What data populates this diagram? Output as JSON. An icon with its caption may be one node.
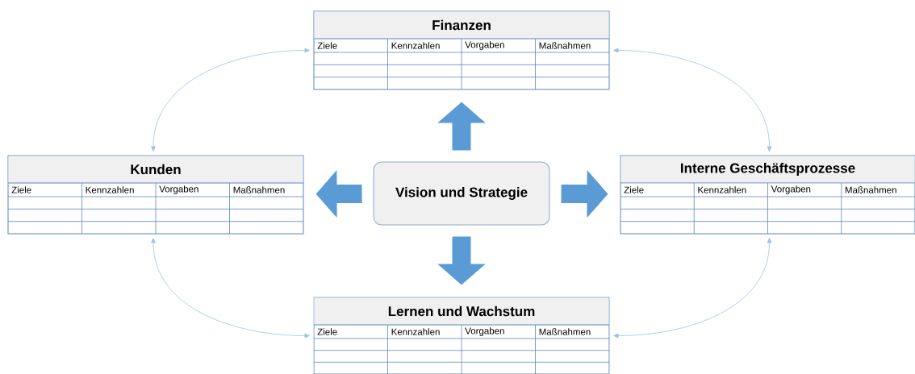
{
  "diagram": {
    "nodes": [
      {
        "text": [
          "Vision und Strategie"
        ]
      },
      {
        "text": [
          "Finanzen",
          "Ziele",
          "Kennzahlen",
          "Vorgaben",
          "Maßnahmen"
        ]
      },
      {
        "text": [
          "Kunden",
          "Ziele",
          "Kennzahlen",
          "Vorgaben",
          "Maßnahmen"
        ]
      },
      {
        "text": [
          "Interne Geschäftsprozesse",
          "Ziele",
          "Kennzahlen",
          "Vorgaben",
          "Maßnahmen"
        ]
      },
      {
        "text": [
          "Lernen und Wachstum",
          "Ziele",
          "Kennzahlen",
          "Vorgaben",
          "Maßnahmen"
        ]
      }
    ],
    "edges": [
      {
        "from": 0,
        "to": 1,
        "arrow": "to",
        "style": "thick",
        "color": "#5b9bd5"
      },
      {
        "from": 0,
        "to": 2,
        "arrow": "to",
        "style": "thick",
        "color": "#5b9bd5"
      },
      {
        "from": 0,
        "to": 3,
        "arrow": "to",
        "style": "thick",
        "color": "#5b9bd5"
      },
      {
        "from": 0,
        "to": 4,
        "arrow": "to",
        "style": "thick",
        "color": "#5b9bd5"
      },
      {
        "from": 1,
        "to": 2,
        "arrow": "both",
        "color": "#9dc3e6"
      },
      {
        "from": 1,
        "to": 3,
        "arrow": "both",
        "color": "#9dc3e6"
      },
      {
        "from": 2,
        "to": 4,
        "arrow": "both",
        "color": "#9dc3e6"
      },
      {
        "from": 3,
        "to": 4,
        "arrow": "both",
        "color": "#9dc3e6"
      }
    ]
  }
}
